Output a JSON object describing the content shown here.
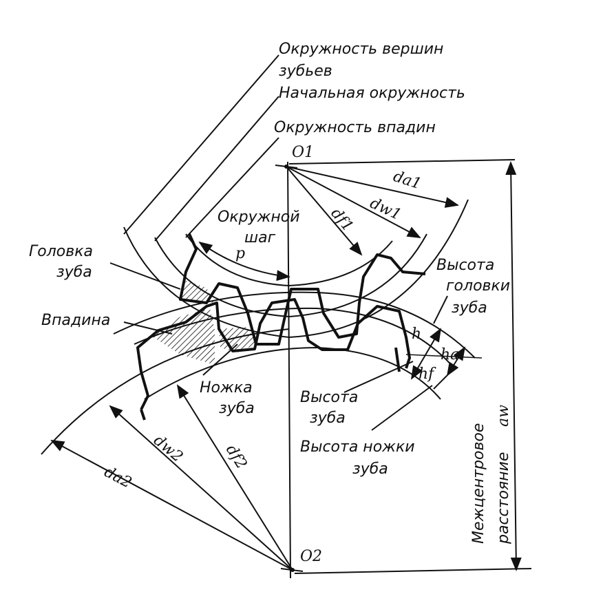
{
  "labels": {
    "tip_circle_l1": "Окружность вершин",
    "tip_circle_l2": "зубьев",
    "pitch_circle": "Начальная окружность",
    "root_circle": "Окружность впадин",
    "circular_pitch_l1": "Окружной",
    "circular_pitch_l2": "шаг",
    "addendum_l1": "Головка",
    "addendum_l2": "зуба",
    "space": "Впадина",
    "dedendum_l1": "Ножка",
    "dedendum_l2": "зуба",
    "addendum_height_l1": "Высота",
    "addendum_height_l2": "головки",
    "addendum_height_l3": "зуба",
    "tooth_height_l1": "Высота",
    "tooth_height_l2": "зуба",
    "dedendum_height_l1": "Высота ножки",
    "dedendum_height_l2": "зуба",
    "center_distance_l1": "Межцентровое",
    "center_distance_l2": "расстояние",
    "center_distance_symbol": "aw"
  },
  "symbols": {
    "O1": "O1",
    "O2": "O2",
    "da1": "da1",
    "dw1": "dw1",
    "df1": "df1",
    "da2": "da2",
    "dw2": "dw2",
    "df2": "df2",
    "p": "p",
    "h": "h",
    "ha": "ha",
    "hf": "hf"
  }
}
